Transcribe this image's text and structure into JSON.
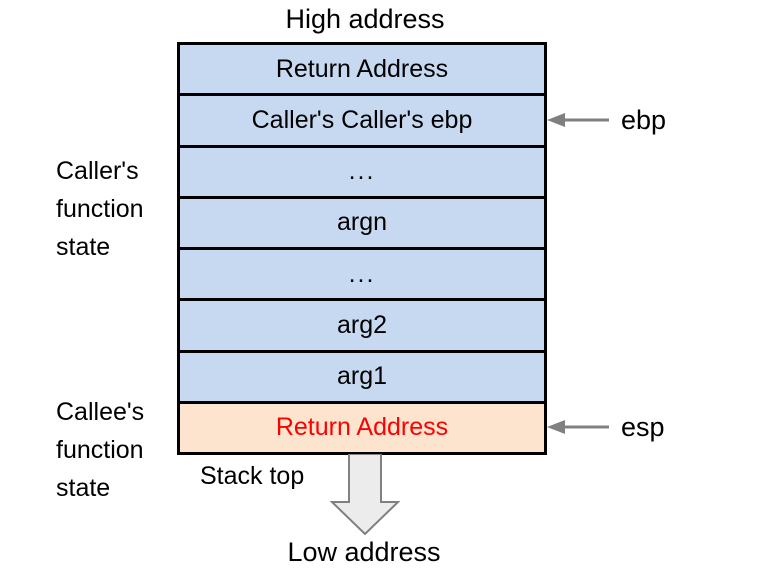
{
  "diagram": {
    "title_top": "High address",
    "title_bottom": "Low address",
    "stack_top_label": "Stack top",
    "colors": {
      "caller_frame_fill": "#c6d9f1",
      "callee_frame_fill": "#fce4cf",
      "callee_return_text": "#ff0000",
      "border": "#000000",
      "pointer_arrow": "#808080",
      "growth_arrow_fill": "#ececec",
      "growth_arrow_stroke": "#808080",
      "background": "#ffffff"
    },
    "sections": {
      "caller": "Caller's\nfunction\nstate",
      "callee": "Callee's\nfunction\nstate"
    },
    "stack_rows": [
      {
        "label": "Return Address",
        "style": "caller"
      },
      {
        "label": "Caller's Caller's ebp",
        "style": "caller"
      },
      {
        "label": "...",
        "style": "caller"
      },
      {
        "label": "argn",
        "style": "caller"
      },
      {
        "label": "...",
        "style": "caller"
      },
      {
        "label": "arg2",
        "style": "caller"
      },
      {
        "label": "arg1",
        "style": "caller"
      },
      {
        "label": "Return Address",
        "style": "callee"
      }
    ],
    "pointers": [
      {
        "label": "ebp",
        "target_row": 1
      },
      {
        "label": "esp",
        "target_row": 7
      }
    ]
  }
}
